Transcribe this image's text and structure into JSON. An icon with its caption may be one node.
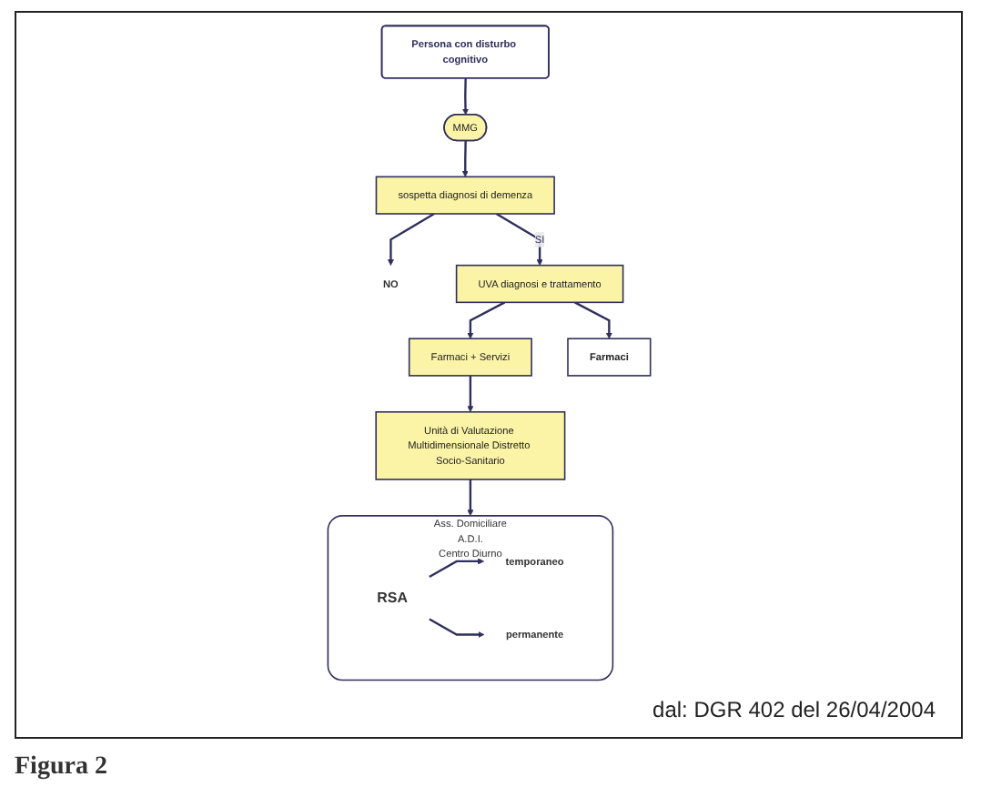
{
  "diagram": {
    "caption": "Figura 2",
    "nodes": [
      {
        "text": [
          "Persona con disturbo cognitivo"
        ]
      },
      {
        "text": [
          "MMG"
        ]
      },
      {
        "text": [
          "sospetta diagnosi di demenza"
        ]
      },
      {
        "text": [
          "NO"
        ]
      },
      {
        "text": [
          "UVA diagnosi e trattamento"
        ]
      },
      {
        "text": [
          "Farmaci + Servizi"
        ]
      },
      {
        "text": [
          "Farmaci"
        ]
      },
      {
        "text": [
          "Unità di Valutazione Multidimensionale Distretto Socio-Sanitario"
        ]
      },
      {
        "text": [
          "Ass. Domiciliare",
          "A.D.I.",
          "Centro Diurno"
        ]
      },
      {
        "text": [
          "RSA"
        ],
        "in": 8
      },
      {
        "text": [
          "temporaneo"
        ],
        "in": 8
      },
      {
        "text": [
          "permanente"
        ],
        "in": 8
      }
    ],
    "edges": [
      {
        "from": 0,
        "to": 1,
        "arrow": "to"
      },
      {
        "from": 1,
        "to": 2,
        "arrow": "to"
      },
      {
        "from": 2,
        "to": 3,
        "arrow": "to"
      },
      {
        "from": 2,
        "to": 4,
        "arrow": "to",
        "label": "SI"
      },
      {
        "from": 4,
        "to": 5,
        "arrow": "to"
      },
      {
        "from": 4,
        "to": 6,
        "arrow": "to"
      },
      {
        "from": 5,
        "to": 7,
        "arrow": "to"
      },
      {
        "from": 7,
        "to": 8,
        "arrow": "to"
      },
      {
        "from": 9,
        "to": 10,
        "arrow": "to"
      },
      {
        "from": 9,
        "to": 11,
        "arrow": "to"
      }
    ],
    "labels": [
      "dal: DGR 402 del 26/04/2004"
    ]
  }
}
